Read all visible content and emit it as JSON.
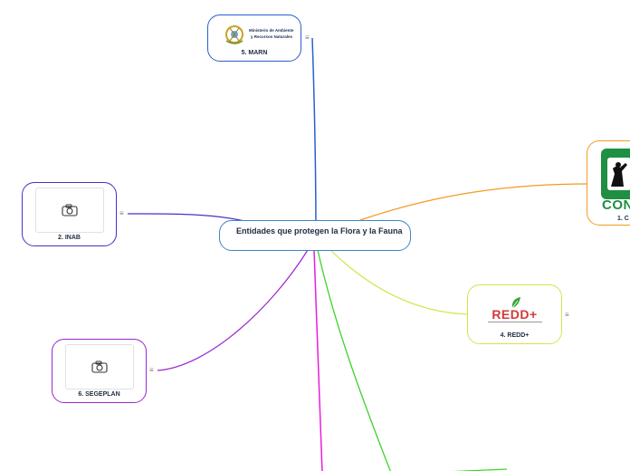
{
  "central_topic": "Entidades que protegen la Flora y la Fauna",
  "nodes": {
    "marn": {
      "label": "5. MARN",
      "logo_text_line1": "Ministerio de Ambiente",
      "logo_text_line2": "y Recursos Naturales"
    },
    "inab": {
      "label": "2. INAB"
    },
    "segeplan": {
      "label": "6. SEGEPLAN"
    },
    "redd": {
      "label": "4. REDD+",
      "logo_text": "REDD+"
    },
    "conap": {
      "label": "1. C",
      "logo_text": "CON"
    }
  },
  "menu_glyph": "≡",
  "colors": {
    "central": "#3a86c8",
    "marn": "#2a5fd0",
    "inab": "#4d2fc4",
    "segeplan": "#9b27d0",
    "redd": "#d6e34a",
    "conap": "#f39a22",
    "magenta_branch": "#e81fd8",
    "green_branch": "#3ed32a"
  },
  "icons": [
    "camera-icon",
    "menu-icon",
    "guatemala-coat-of-arms-icon",
    "leaf-icon",
    "conap-emblem-icon"
  ]
}
